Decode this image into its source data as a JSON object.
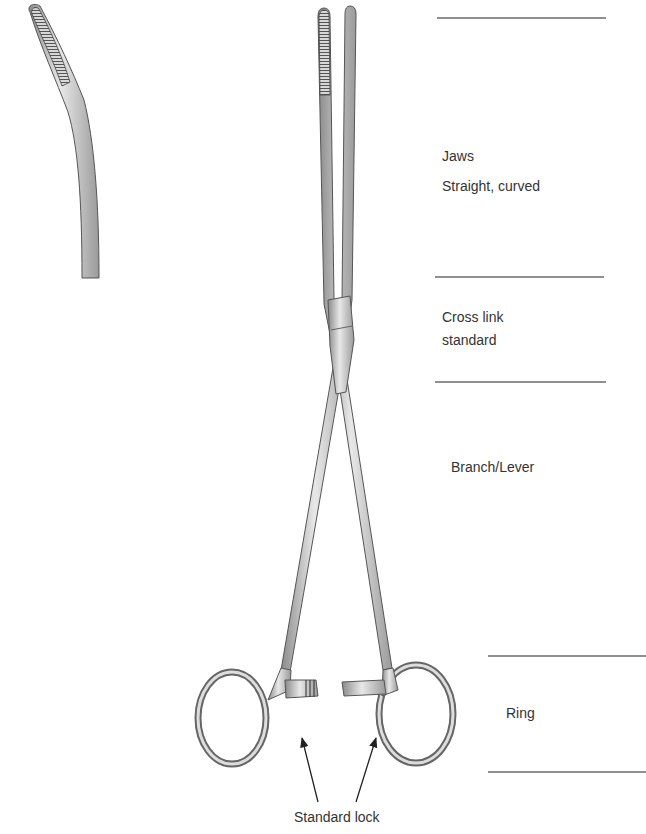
{
  "diagram": {
    "labels": [
      "Jaws",
      "Straight, curved",
      "Cross link",
      "standard",
      "Branch/Lever",
      "Ring",
      "Standard lock"
    ]
  }
}
